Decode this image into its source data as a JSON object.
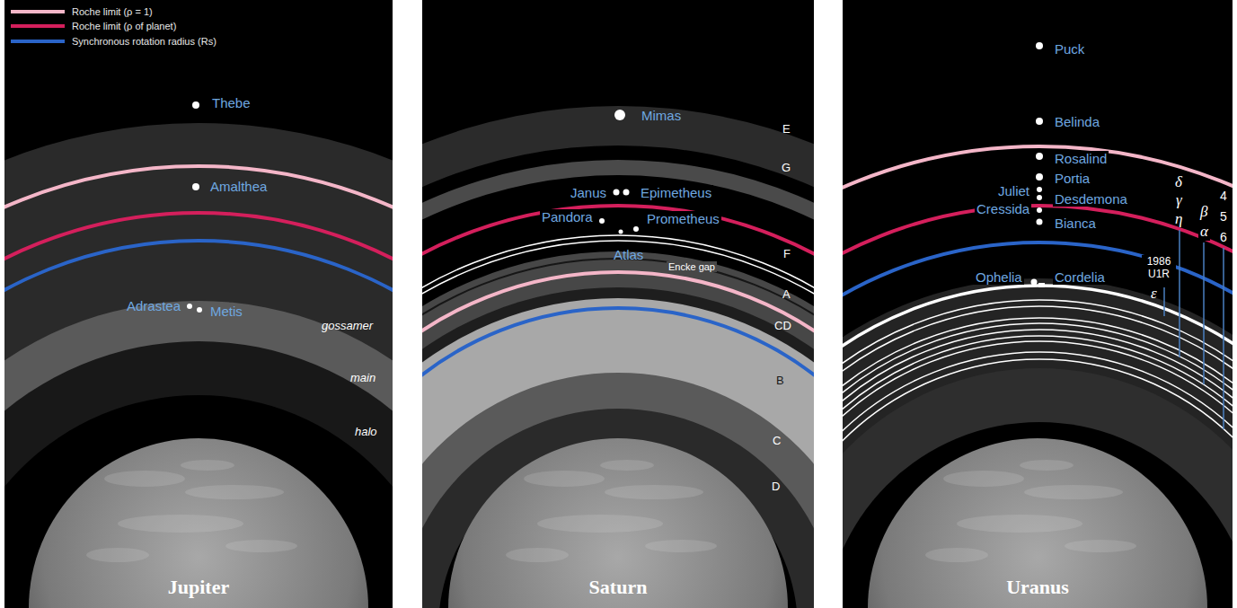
{
  "diagram": {
    "nodes": [
      {
        "text": [
          "Jupiter"
        ]
      },
      {
        "text": [
          "Saturn"
        ]
      },
      {
        "text": [
          "Uranus"
        ]
      }
    ],
    "labels": [
      "Thebe",
      "Amalthea",
      "Adrastea",
      "Metis",
      "gossamer",
      "main",
      "halo",
      "Mimas",
      "E",
      "G",
      "Janus",
      "Epimetheus",
      "Pandora",
      "Prometheus",
      "Atlas",
      "F",
      "Encke gap",
      "A",
      "CD",
      "B",
      "C",
      "D",
      "Puck",
      "Belinda",
      "Rosalind",
      "Portia",
      "Juliet",
      "Desdemona",
      "Cressida",
      "Bianca",
      "δ",
      "γ",
      "η",
      "β",
      "α",
      "4",
      "5",
      "6",
      "1986 U1R",
      "Ophelia",
      "Cordelia",
      "ε"
    ],
    "legend": [
      {
        "text": "Roche limit (ρ = 1)"
      },
      {
        "text": "Roche limit (ρ of planet)"
      },
      {
        "text": "Synchronous rotation radius (Rs)"
      }
    ]
  }
}
